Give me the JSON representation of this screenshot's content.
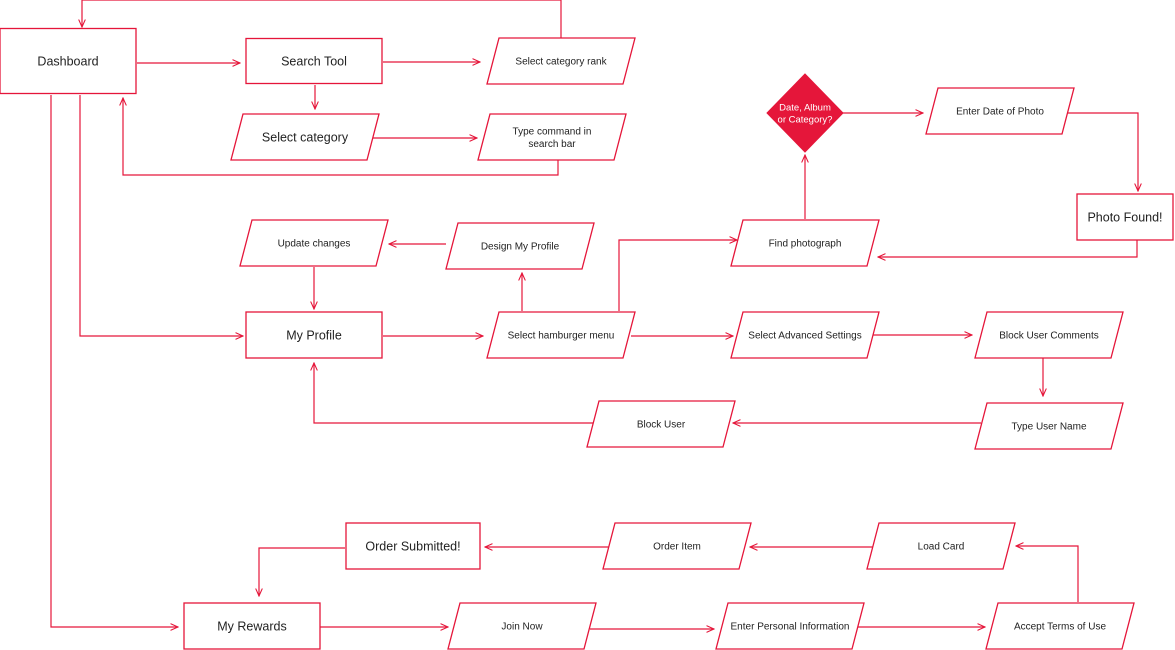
{
  "colors": {
    "line": "#e5163a",
    "node_fill": "#ffffff",
    "decision_fill": "#e5163a",
    "text": "#222222",
    "decision_text": "#ffffff"
  },
  "nodes": {
    "dashboard": [
      "Dashboard"
    ],
    "search_tool": [
      "Search Tool"
    ],
    "select_category_rank": [
      "Select category rank"
    ],
    "select_category": [
      "Select category"
    ],
    "type_command": [
      "Type command in",
      "search bar"
    ],
    "decision": [
      "Date, Album",
      "or Category?"
    ],
    "enter_date": [
      "Enter Date of Photo"
    ],
    "photo_found": [
      "Photo Found!"
    ],
    "update_changes": [
      "Update changes"
    ],
    "design_profile": [
      "Design My Profile"
    ],
    "find_photograph": [
      "Find photograph"
    ],
    "my_profile": [
      "My Profile"
    ],
    "hamburger_menu": [
      "Select hamburger menu"
    ],
    "advanced_settings": [
      "Select Advanced Settings"
    ],
    "block_comments": [
      "Block User Comments"
    ],
    "block_user": [
      "Block User"
    ],
    "type_user_name": [
      "Type User Name"
    ],
    "order_submitted": [
      "Order Submitted!"
    ],
    "order_item": [
      "Order Item"
    ],
    "load_card": [
      "Load Card"
    ],
    "my_rewards": [
      "My Rewards"
    ],
    "join_now": [
      "Join Now"
    ],
    "personal_info": [
      "Enter Personal Information"
    ],
    "accept_terms": [
      "Accept Terms of Use"
    ]
  },
  "edges": [
    [
      "dashboard",
      "search_tool"
    ],
    [
      "search_tool",
      "select_category_rank"
    ],
    [
      "select_category_rank",
      "dashboard"
    ],
    [
      "search_tool",
      "select_category"
    ],
    [
      "select_category",
      "type_command"
    ],
    [
      "type_command",
      "dashboard"
    ],
    [
      "dashboard",
      "my_profile"
    ],
    [
      "dashboard",
      "my_rewards"
    ],
    [
      "my_profile",
      "hamburger_menu"
    ],
    [
      "hamburger_menu",
      "design_profile"
    ],
    [
      "design_profile",
      "update_changes"
    ],
    [
      "update_changes",
      "my_profile"
    ],
    [
      "hamburger_menu",
      "find_photograph"
    ],
    [
      "find_photograph",
      "decision"
    ],
    [
      "decision",
      "enter_date"
    ],
    [
      "enter_date",
      "photo_found"
    ],
    [
      "photo_found",
      "find_photograph"
    ],
    [
      "hamburger_menu",
      "advanced_settings"
    ],
    [
      "advanced_settings",
      "block_comments"
    ],
    [
      "block_comments",
      "type_user_name"
    ],
    [
      "type_user_name",
      "block_user"
    ],
    [
      "block_user",
      "my_profile"
    ],
    [
      "my_rewards",
      "join_now"
    ],
    [
      "join_now",
      "personal_info"
    ],
    [
      "personal_info",
      "accept_terms"
    ],
    [
      "accept_terms",
      "load_card"
    ],
    [
      "load_card",
      "order_item"
    ],
    [
      "order_item",
      "order_submitted"
    ],
    [
      "order_submitted",
      "my_rewards"
    ]
  ]
}
